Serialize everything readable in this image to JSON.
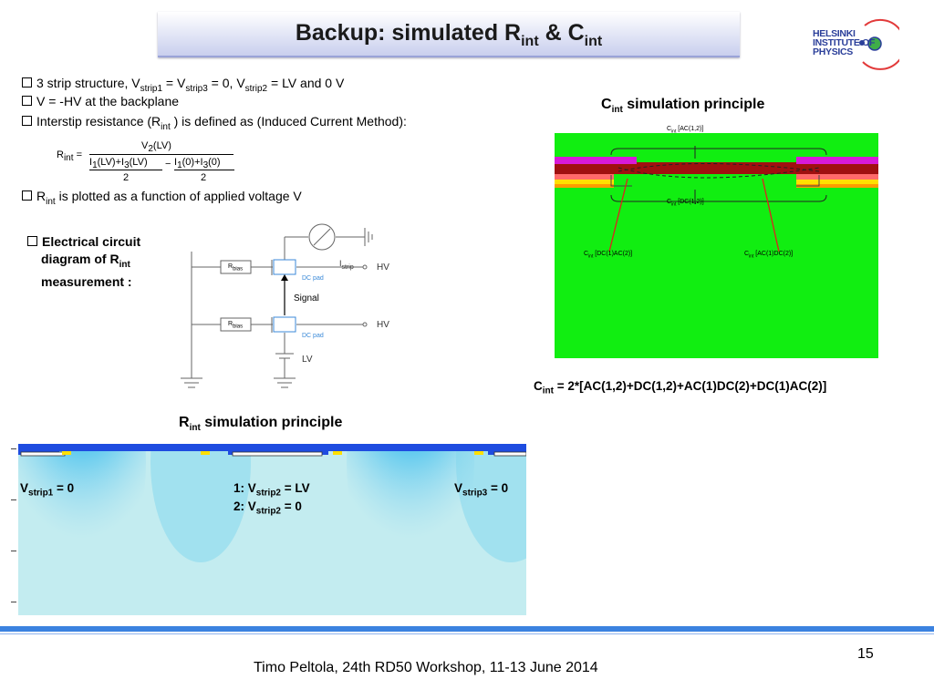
{
  "title": {
    "main": "Backup: simulated R",
    "sub1": "int",
    "mid": " & C",
    "sub2": "int"
  },
  "logo": {
    "line1": "HELSINKI",
    "line2": "INSTITUTE OF",
    "line3": "PHYSICS"
  },
  "bullets": {
    "b1": {
      "a": "3 strip structure, V",
      "s1": "strip1",
      "b": " = V",
      "s2": "strip3",
      "c": " = 0, V",
      "s3": "strip2",
      "d": " = LV and 0 V"
    },
    "b2": {
      "text": "V = -HV at  the backplane"
    },
    "b3": {
      "a": "Interstip resistance (R",
      "s": "int",
      "b": " ) is defined as (Induced Current Method):"
    },
    "b4": {
      "a": "R",
      "s": "int",
      "b": " is plotted as a function of applied voltage V"
    }
  },
  "formula": {
    "lhs": "R",
    "lhs_sub": "int",
    "eq": "=",
    "num": "V",
    "num_sub": "2",
    "num_arg": "(LV)",
    "t1": "I",
    "t1s": "1",
    "t1a": "(LV)+I",
    "t1s2": "3",
    "t1b": "(LV)",
    "minus": "−",
    "t2": "I",
    "t2s": "1",
    "t2a": "(0)+I",
    "t2s2": "3",
    "t2b": "(0)",
    "den": "2"
  },
  "circuit_caption": {
    "l1": "Electrical circuit",
    "l2a": "diagram of R",
    "l2s": "int",
    "l3": "measurement :"
  },
  "circuit": {
    "rbias": "R",
    "rbias_sub": "bias",
    "istrip": "I",
    "istrip_sub": "strip",
    "hv": "HV",
    "dcpad": "DC pad",
    "signal": "Signal",
    "lv": "LV"
  },
  "cint_title": {
    "a": "C",
    "s": "int",
    "b": " simulation principle"
  },
  "cint_labels": {
    "top": {
      "a": "C",
      "s": "int",
      "b": " [AC(1,2)]"
    },
    "mid": {
      "a": "C",
      "s": "int",
      "b": " [DC(1,2)]"
    },
    "left": {
      "a": "C",
      "s": "int",
      "b": " [DC(1)AC(2)]"
    },
    "right": {
      "a": "C",
      "s": "int",
      "b": " [AC(1)DC(2)]"
    }
  },
  "cint_formula": {
    "a": "C",
    "s": "int",
    "b": " = 2*[AC(1,2)+DC(1,2)+AC(1)DC(2)+DC(1)AC(2)]"
  },
  "rint_title": {
    "a": "R",
    "s": "int",
    "b": " simulation principle"
  },
  "rint_labels": {
    "left": {
      "a": "V",
      "s": "strip1",
      "b": " = 0"
    },
    "mid1": {
      "a": "1: V",
      "s": "strip2",
      "b": " = LV"
    },
    "mid2": {
      "a": "2: V",
      "s": "strip2",
      "b": " = 0"
    },
    "right": {
      "a": "V",
      "s": "strip3",
      "b": " = 0"
    }
  },
  "footer": {
    "text": "Timo Peltola, 24th RD50 Workshop, 11-13 June 2014",
    "page": "15"
  },
  "colors": {
    "title_bg": "#c9cfee",
    "field_green": "#11ee11",
    "footer_blue": "#3b82e0",
    "logo_blue": "#2b3f9a"
  }
}
